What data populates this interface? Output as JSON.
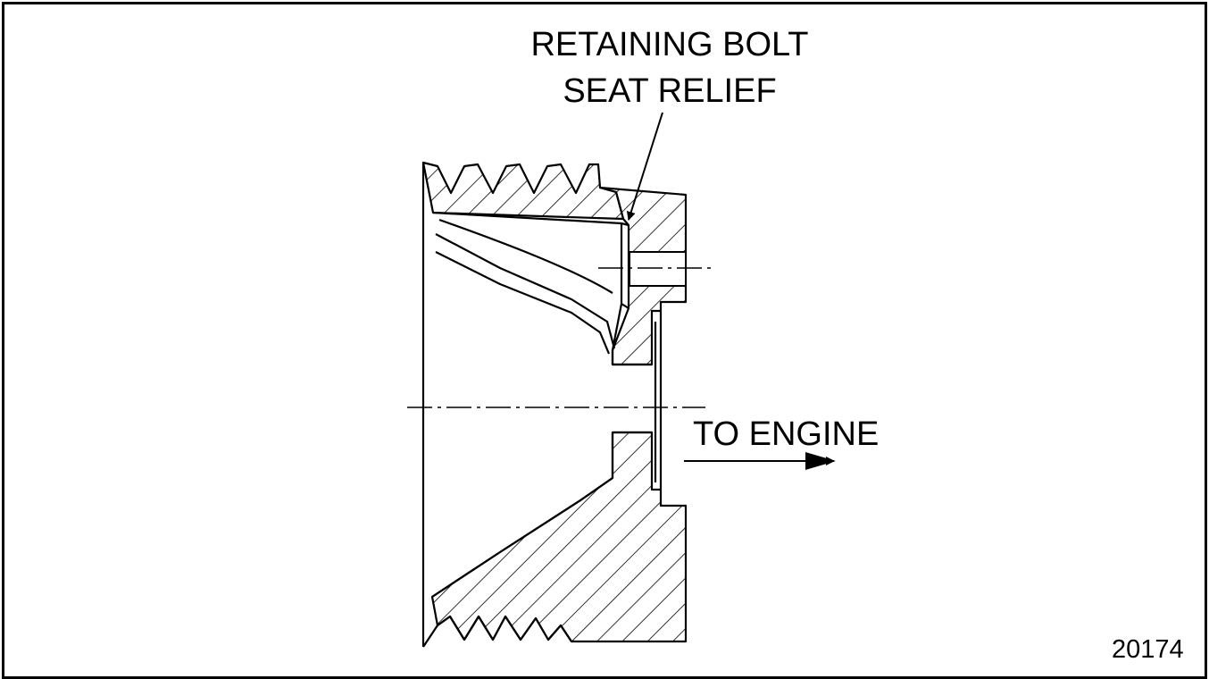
{
  "diagram": {
    "callout_bolt_line1": "RETAINING BOLT",
    "callout_bolt_line2": "SEAT RELIEF",
    "direction_label": "TO ENGINE",
    "figure_number": "20174"
  },
  "colors": {
    "line": "#000000",
    "background": "#ffffff"
  }
}
